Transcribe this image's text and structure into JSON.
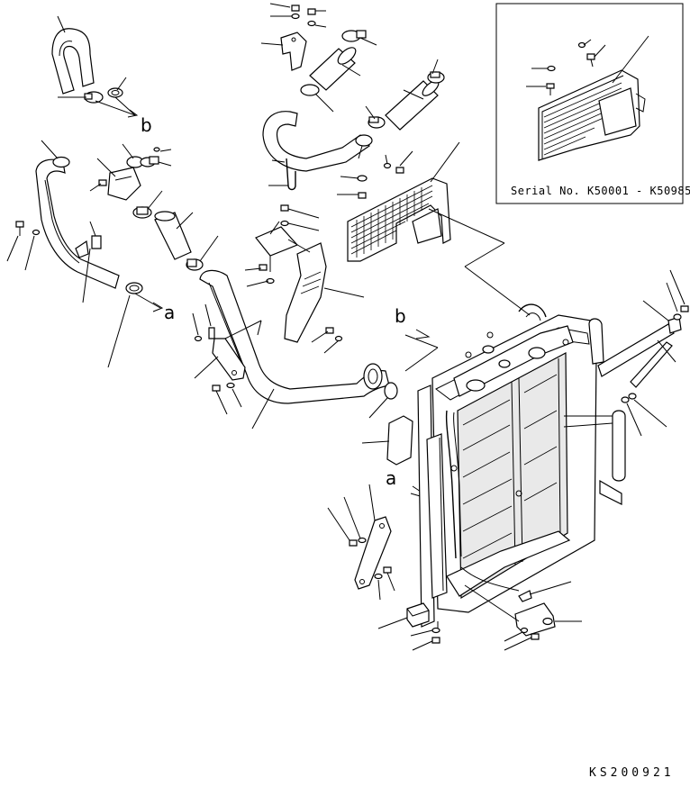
{
  "callout_letters": {
    "b_top": "b",
    "a_left": "a",
    "b_center": "b",
    "a_center": "a"
  },
  "inset": {
    "serial_text": "Serial No. K50001 - K50985"
  },
  "drawing_code": "KS200921",
  "colors": {
    "line": "#000000",
    "background": "#ffffff"
  }
}
